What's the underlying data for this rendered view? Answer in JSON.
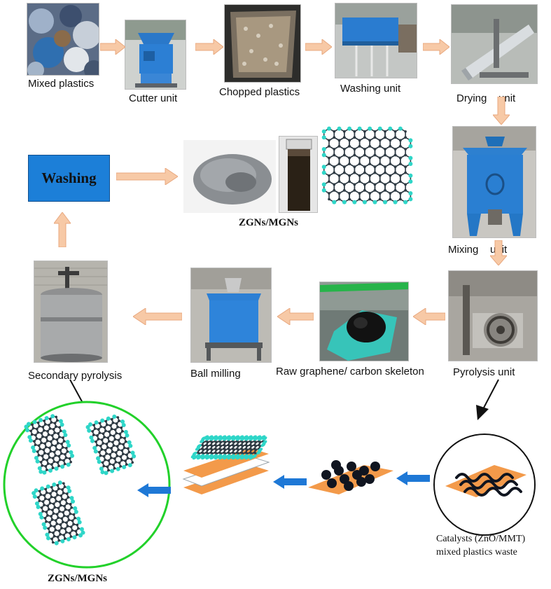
{
  "colors": {
    "arrow_fill": "#f7c9a6",
    "arrow_stroke": "#e8a87f",
    "blue_arrow": "#1e78d6",
    "blue_box": "#1c7fd8",
    "green_circle": "#22d12a",
    "sheet_orange": "#f39a4a",
    "ball_black": "#101520",
    "atom_cyan": "#2fd6c8",
    "bond_gray": "#2f3b44"
  },
  "photos": {
    "mixed_plastics": "mixed-plastics-photo",
    "cutter_unit": "cutter-unit-photo",
    "chopped_plastics": "chopped-plastics-photo",
    "washing_unit": "washing-unit-photo",
    "drying_unit": "drying-unit-photo",
    "mixing_unit": "mixing-unit-photo",
    "pyrolysis_unit": "pyrolysis-unit-photo",
    "raw_graphene": "raw-graphene-photo",
    "ball_milling": "ball-milling-photo",
    "secondary_pyrolysis": "secondary-pyrolysis-photo",
    "powder": "graphene-powder-photo",
    "vial": "vial-photo"
  },
  "labels": {
    "mixed_plastics": "Mixed plastics",
    "cutter_unit": "Cutter unit",
    "chopped_plastics": "Chopped plastics",
    "washing_unit": "Washing unit",
    "drying_unit": "Drying    unit",
    "mixing_unit": "Mixing    unit",
    "pyrolysis_unit": "Pyrolysis unit",
    "raw_graphene": "Raw graphene/ carbon skeleton",
    "ball_milling": "Ball milling",
    "secondary_pyrolysis": "Secondary pyrolysis",
    "washing_box": "Washing",
    "product_mid": "ZGNs/MGNs",
    "product_bottom": "ZGNs/MGNs",
    "catalyst_line1": "Catalysts (ZnO/MMT)",
    "catalyst_line2": "mixed plastics waste"
  }
}
